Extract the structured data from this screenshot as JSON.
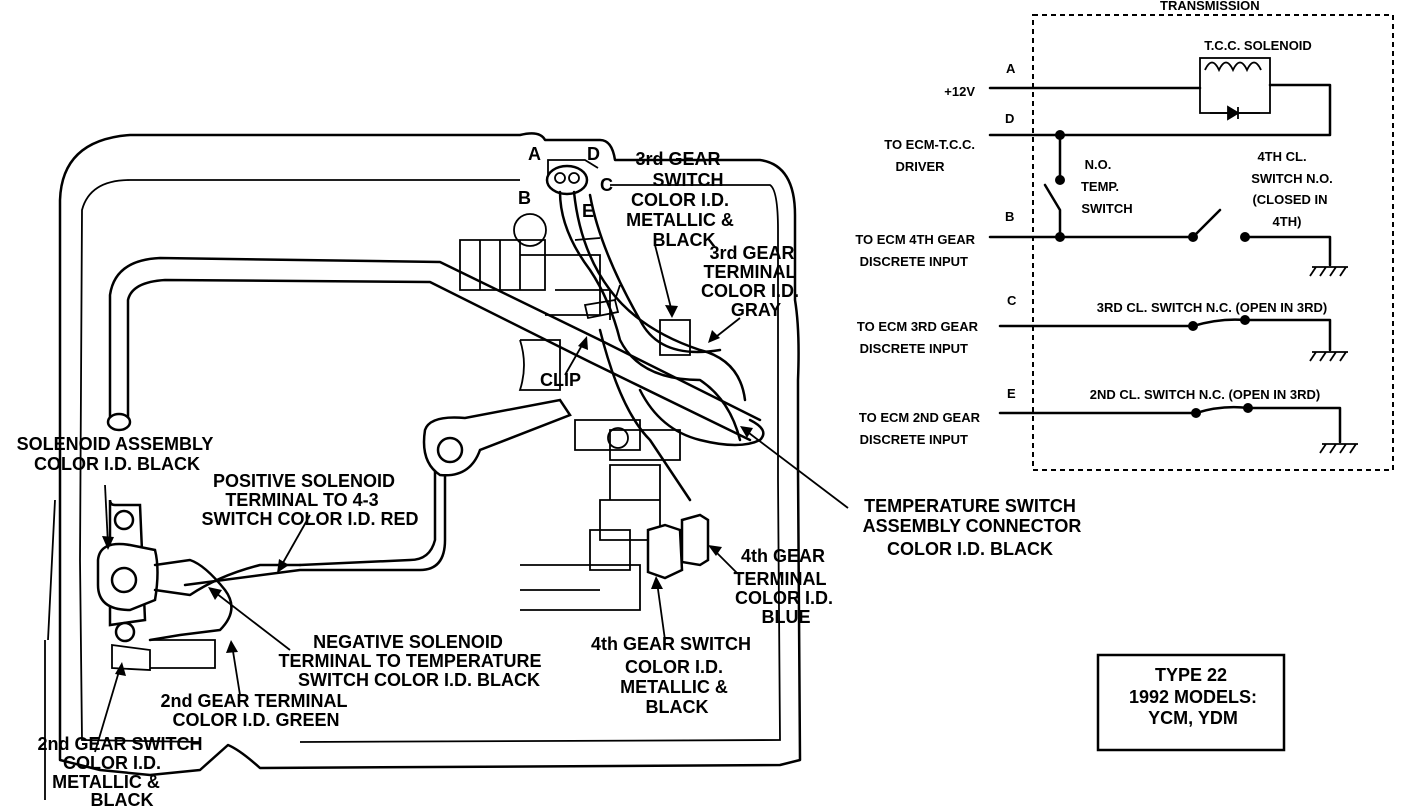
{
  "schematic": {
    "title": "TRANSMISSION",
    "tcc_solenoid": "T.C.C. SOLENOID",
    "pin_a": "A",
    "pin_d": "D",
    "pin_b": "B",
    "pin_c": "C",
    "pin_e": "E",
    "plus12v": "+12V",
    "ecm_tcc_1": "TO ECM-T.C.C.",
    "ecm_tcc_2": "DRIVER",
    "no_temp_1": "N.O.",
    "no_temp_2": "TEMP.",
    "no_temp_3": "SWITCH",
    "sw4_1": "4TH CL.",
    "sw4_2": "SWITCH N.O.",
    "sw4_3": "(CLOSED IN",
    "sw4_4": "4TH)",
    "ecm4_1": "TO ECM 4TH GEAR",
    "ecm4_2": "DISCRETE INPUT",
    "sw3": "3RD CL. SWITCH N.C. (OPEN IN 3RD)",
    "ecm3_1": "TO ECM 3RD GEAR",
    "ecm3_2": "DISCRETE INPUT",
    "sw2": "2ND CL. SWITCH N.C. (OPEN IN 3RD)",
    "ecm2_1": "TO ECM 2ND GEAR",
    "ecm2_2": "DISCRETE INPUT"
  },
  "illustration": {
    "conn_a": "A",
    "conn_d": "D",
    "conn_b": "B",
    "conn_c": "C",
    "conn_e": "E",
    "g3_switch_1": "3rd GEAR",
    "g3_switch_2": "SWITCH",
    "g3_switch_3": "COLOR I.D.",
    "g3_switch_4": "METALLIC &",
    "g3_switch_5": "BLACK",
    "g3_term_1": "3rd GEAR",
    "g3_term_2": "TERMINAL",
    "g3_term_3": "COLOR I.D.",
    "g3_term_4": "GRAY",
    "clip": "CLIP",
    "solenoid_1": "SOLENOID ASSEMBLY",
    "solenoid_2": "COLOR I.D. BLACK",
    "pos_1": "POSITIVE SOLENOID",
    "pos_2": "TERMINAL TO 4-3",
    "pos_3": "SWITCH COLOR I.D. RED",
    "temp_1": "TEMPERATURE SWITCH",
    "temp_2": "ASSEMBLY CONNECTOR",
    "temp_3": "COLOR I.D. BLACK",
    "g4_term_1": "4th GEAR",
    "g4_term_2": "TERMINAL",
    "g4_term_3": "COLOR I.D.",
    "g4_term_4": "BLUE",
    "neg_1": "NEGATIVE SOLENOID",
    "neg_2": "TERMINAL TO TEMPERATURE",
    "neg_3": "SWITCH COLOR I.D. BLACK",
    "g4_sw_1": "4th GEAR SWITCH",
    "g4_sw_2": "COLOR I.D.",
    "g4_sw_3": "METALLIC &",
    "g4_sw_4": "BLACK",
    "g2_term_1": "2nd GEAR TERMINAL",
    "g2_term_2": "COLOR I.D. GREEN",
    "g2_sw_1": "2nd GEAR SWITCH",
    "g2_sw_2": "COLOR I.D.",
    "g2_sw_3": "METALLIC &",
    "g2_sw_4": "BLACK"
  },
  "model_box": {
    "line1": "TYPE 22",
    "line2": "1992 MODELS:",
    "line3": "YCM, YDM"
  }
}
